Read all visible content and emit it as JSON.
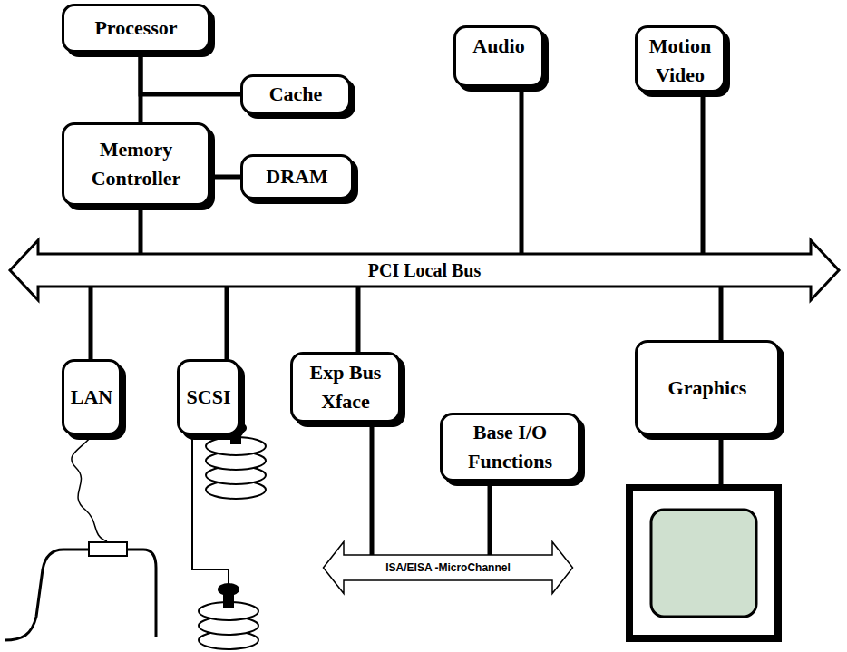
{
  "diagram": {
    "nodes": [
      {
        "text": [
          "Processor"
        ]
      },
      {
        "text": [
          "Cache"
        ]
      },
      {
        "text": [
          "Memory Controller"
        ]
      },
      {
        "text": [
          "DRAM"
        ]
      },
      {
        "text": [
          "Audio"
        ]
      },
      {
        "text": [
          "Motion Video"
        ]
      },
      {
        "text": [
          "PCI Local Bus"
        ]
      },
      {
        "text": [
          "LAN"
        ]
      },
      {
        "text": [
          "SCSI"
        ]
      },
      {
        "text": [
          "Exp Bus Xface"
        ]
      },
      {
        "text": [
          "Base I/O Functions"
        ]
      },
      {
        "text": [
          "Graphics"
        ]
      },
      {
        "text": [
          "ISA/EISA -MicroChannel"
        ]
      }
    ],
    "edges": [
      {
        "from": 0,
        "to": 2,
        "arrow": "none"
      },
      {
        "from": 0,
        "to": 1,
        "arrow": "none"
      },
      {
        "from": 2,
        "to": 3,
        "arrow": "none"
      },
      {
        "from": 2,
        "to": 6,
        "arrow": "none"
      },
      {
        "from": 4,
        "to": 6,
        "arrow": "none"
      },
      {
        "from": 5,
        "to": 6,
        "arrow": "none"
      },
      {
        "from": 7,
        "to": 6,
        "arrow": "none"
      },
      {
        "from": 8,
        "to": 6,
        "arrow": "none"
      },
      {
        "from": 9,
        "to": 6,
        "arrow": "none"
      },
      {
        "from": 11,
        "to": 6,
        "arrow": "none"
      },
      {
        "from": 9,
        "to": 12,
        "arrow": "none"
      },
      {
        "from": 10,
        "to": 12,
        "arrow": "none"
      }
    ]
  }
}
